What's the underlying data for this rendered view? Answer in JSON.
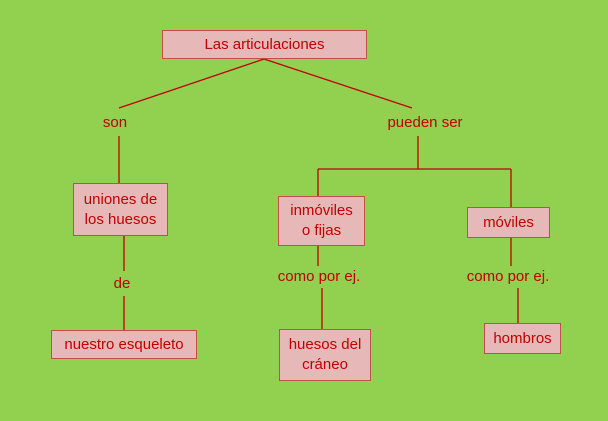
{
  "diagram": {
    "root": "Las articulaciones",
    "branches": {
      "left_connector": "son",
      "right_connector": "pueden ser"
    },
    "uniones": {
      "text": "uniones de\nlos huesos",
      "connector": "de",
      "child": "nuestro esqueleto"
    },
    "inmoviles": {
      "text": "inmóviles\no fijas",
      "connector": "como por ej.",
      "child": "huesos del\ncráneo"
    },
    "moviles": {
      "text": "móviles",
      "connector": "como por ej.",
      "child": "hombros"
    }
  },
  "colors": {
    "background": "#92d050",
    "box_fill": "#e6b9b8",
    "box_border": "#c0504d",
    "text": "#c00000",
    "line": "#c00000"
  }
}
